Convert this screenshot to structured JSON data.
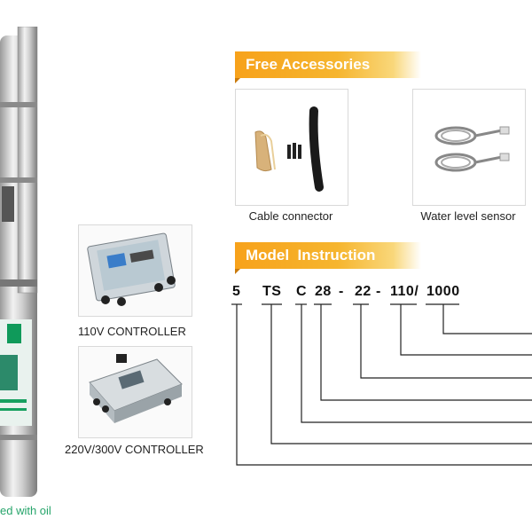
{
  "accessories": {
    "banner_title": "Free Accessories",
    "items": [
      {
        "label": "Cable connector"
      },
      {
        "label": "Water level sensor"
      }
    ]
  },
  "controllers": [
    {
      "label": "110V CONTROLLER"
    },
    {
      "label": "220V/300V CONTROLLER"
    }
  ],
  "model": {
    "banner_title": "Model  Instruction",
    "code_parts": [
      "5",
      "TS",
      "C",
      "28",
      "-",
      "22",
      "-",
      "110/",
      "1000"
    ]
  },
  "pump": {
    "caption": "ed with oil"
  },
  "colors": {
    "banner_orange": "#f7a21b",
    "caption_green": "#27a56b",
    "line_color": "#222222"
  }
}
